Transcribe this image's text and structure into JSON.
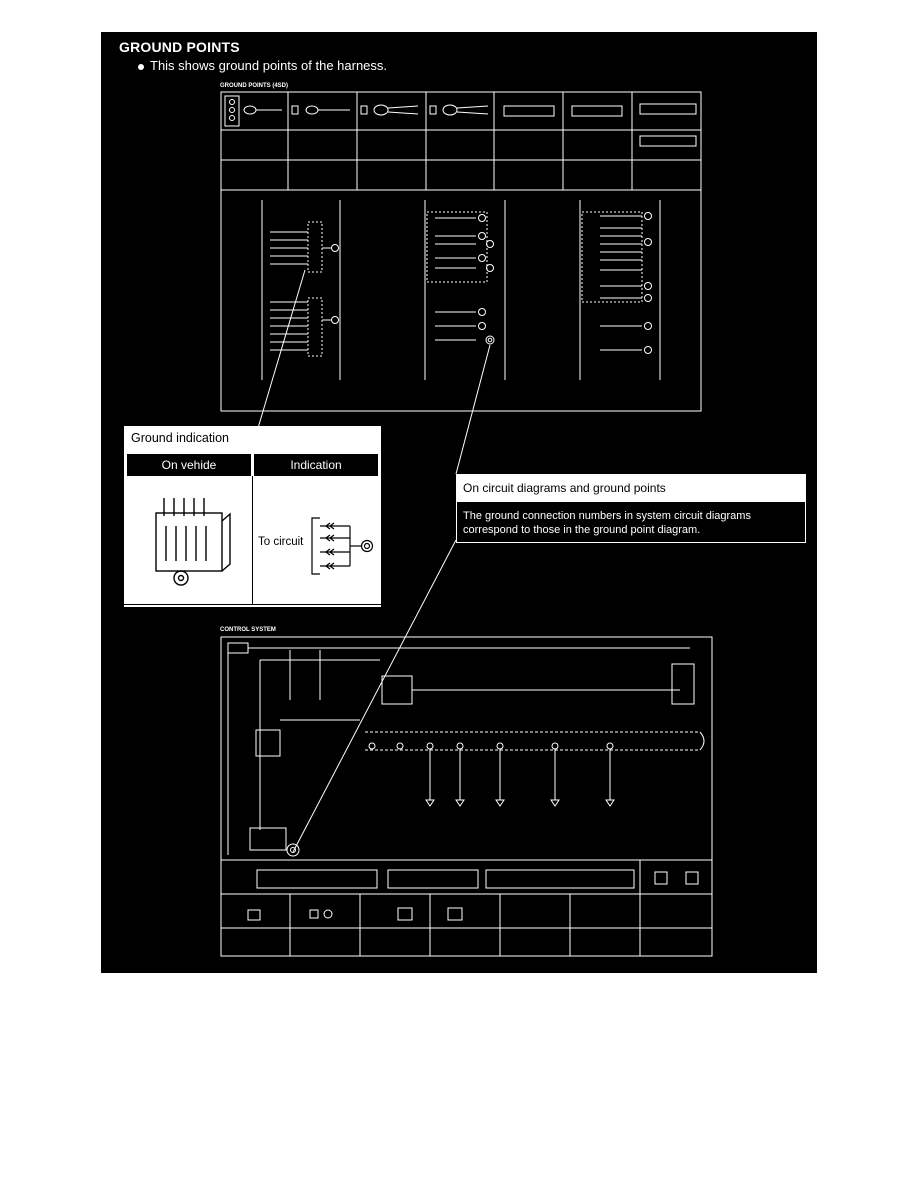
{
  "header": {
    "title": "GROUND POINTS",
    "bullet_text": "This shows ground points of the harness."
  },
  "figures": {
    "ground_points_label": "GROUND POINTS (4SD)",
    "control_system_label": "CONTROL SYSTEM"
  },
  "ground_indication": {
    "title": "Ground indication",
    "col_on_vehicle": "On vehide",
    "col_indication": "Indication",
    "to_circuit": "To circuit"
  },
  "callout": {
    "title": "On circuit diagrams and ground points",
    "body": "The ground connection numbers in system circuit diagrams correspond to those in the ground point diagram."
  },
  "colors": {
    "background": "#000000",
    "panel": "#ffffff",
    "ink": "#000000"
  }
}
